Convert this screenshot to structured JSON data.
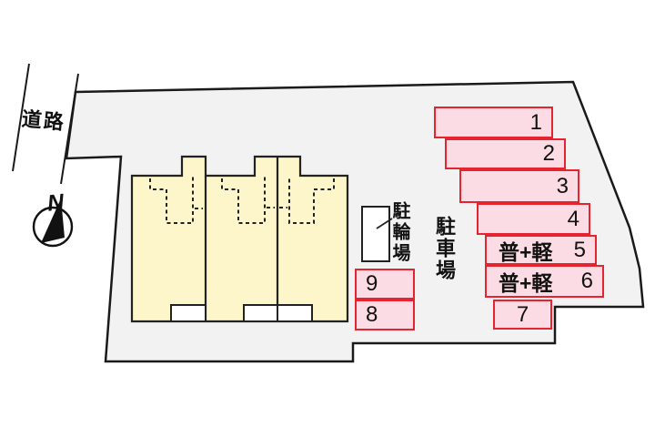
{
  "diagram": {
    "road_label": "道路",
    "north_label": "N",
    "bicycle_parking_label": "駐輪場",
    "parking_lot_label": "駐車場"
  },
  "stalls": {
    "s1": {
      "number": "1"
    },
    "s2": {
      "number": "2"
    },
    "s3": {
      "number": "3"
    },
    "s4": {
      "number": "4"
    },
    "s5": {
      "number": "5",
      "type": "普+軽"
    },
    "s6": {
      "number": "6",
      "type": "普+軽"
    },
    "s7": {
      "number": "7"
    },
    "s8": {
      "number": "8"
    },
    "s9": {
      "number": "9"
    }
  },
  "colors": {
    "site_fill": "#f2f2f2",
    "outline": "#1a1a1a",
    "building_fill": "#fcf6ca",
    "stall_fill": "#fbdce4",
    "stall_border": "#e62430"
  }
}
